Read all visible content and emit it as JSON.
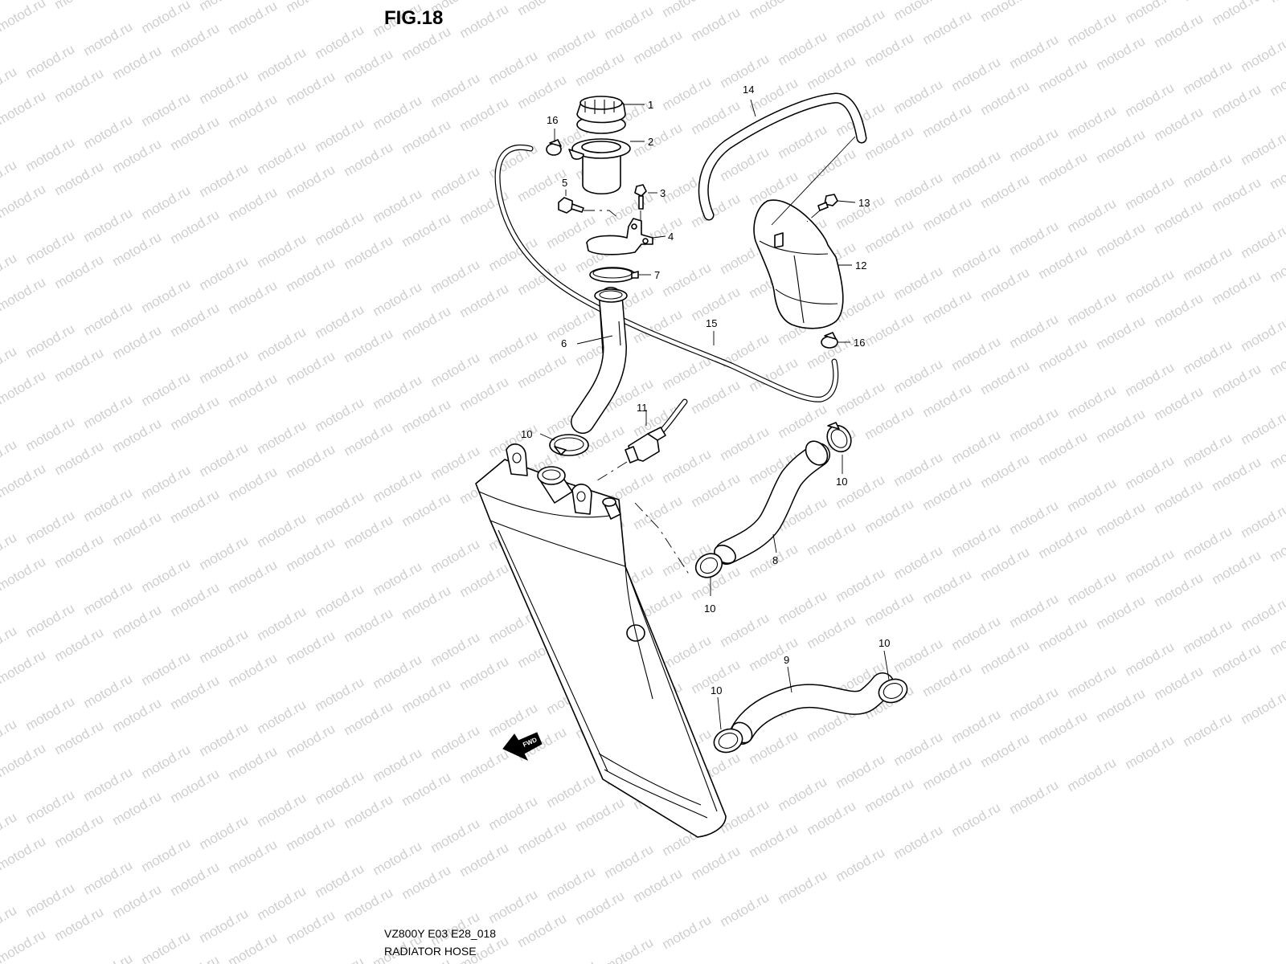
{
  "figure": {
    "title": "FIG.18"
  },
  "watermark": {
    "text": "motod.ru"
  },
  "parts": [
    {
      "ref": "1"
    },
    {
      "ref": "2"
    },
    {
      "ref": "3"
    },
    {
      "ref": "4"
    },
    {
      "ref": "5"
    },
    {
      "ref": "6"
    },
    {
      "ref": "7"
    },
    {
      "ref": "8"
    },
    {
      "ref": "9"
    },
    {
      "ref": "10"
    },
    {
      "ref": "11"
    },
    {
      "ref": "12"
    },
    {
      "ref": "13"
    },
    {
      "ref": "14"
    },
    {
      "ref": "15"
    },
    {
      "ref": "16"
    }
  ],
  "fwd_marker": {
    "label": "FWD"
  },
  "footer": {
    "code": "VZ800Y E03 E28_018",
    "caption": "RADIATOR HOSE"
  }
}
